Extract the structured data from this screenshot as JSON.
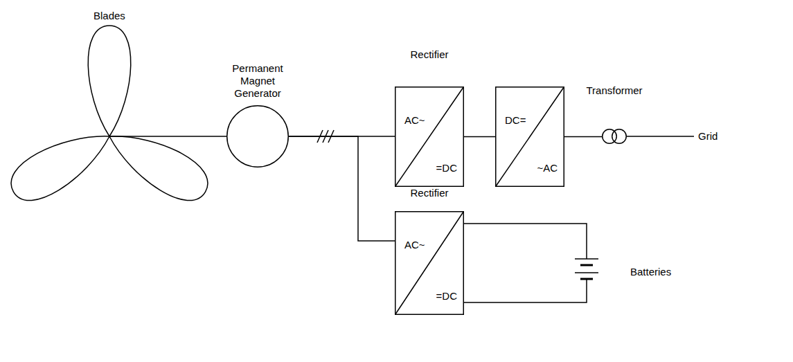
{
  "diagram": {
    "nodes": [
      {
        "text": [
          "Blades"
        ]
      },
      {
        "text": [
          "Permanent Magnet Generator"
        ]
      },
      {
        "text": [
          "Rectifier",
          "AC~",
          "=DC"
        ]
      },
      {
        "text": [
          "DC=",
          "~AC"
        ]
      },
      {
        "text": [
          "Transformer"
        ]
      },
      {
        "text": [
          "Rectifier",
          "AC~",
          "=DC"
        ]
      },
      {
        "text": [
          "Batteries"
        ]
      }
    ],
    "edges": [
      {
        "from": 0,
        "to": 1,
        "arrow": "none"
      },
      {
        "from": 1,
        "to": 2,
        "arrow": "none"
      },
      {
        "from": 1,
        "to": 5,
        "arrow": "none"
      },
      {
        "from": 2,
        "to": 3,
        "arrow": "none"
      },
      {
        "from": 3,
        "to": 4,
        "arrow": "none"
      },
      {
        "from": 5,
        "to": 6,
        "arrow": "none"
      }
    ],
    "labels": [
      "Grid"
    ]
  }
}
